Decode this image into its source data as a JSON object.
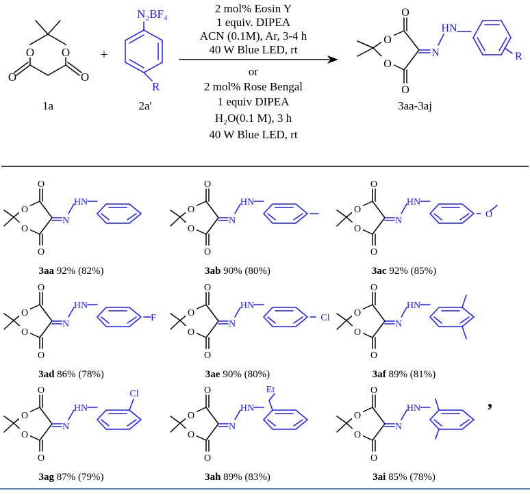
{
  "reactants": {
    "meldrum_label": "1a",
    "plus": "+",
    "diazonium_label": "2a'",
    "diazonium_group": "N₂BF₄",
    "r_group": "R"
  },
  "conditions": {
    "set_a": [
      "2 mol% Eosin Y",
      "1 equiv. DIPEA",
      "ACN (0.1M), Ar, 3-4 h",
      "40 W Blue LED, rt"
    ],
    "separator": "or",
    "set_b": [
      "2 mol% Rose Bengal",
      "1 equiv DIPEA",
      "H₂O(0.1 M), 3 h",
      "40 W Blue LED, rt"
    ]
  },
  "product": {
    "label": "3aa-3aj",
    "r_group": "R"
  },
  "atoms": {
    "O": "O",
    "N": "N",
    "HN": "HN"
  },
  "compounds": [
    {
      "id": "3aa",
      "yield": "92% (82%)",
      "substituent": ""
    },
    {
      "id": "3ab",
      "yield": "90% (80%)",
      "substituent": ""
    },
    {
      "id": "3ac",
      "yield": "92% (85%)",
      "substituent": "O"
    },
    {
      "id": "3ad",
      "yield": "86% (78%)",
      "substituent": "F"
    },
    {
      "id": "3ae",
      "yield": "90% (80%)",
      "substituent": "Cl"
    },
    {
      "id": "3af",
      "yield": "89% (81%)",
      "substituent": ""
    },
    {
      "id": "3ag",
      "yield": "87% (79%)",
      "substituent": "Cl"
    },
    {
      "id": "3ah",
      "yield": "89% (83%)",
      "substituent": "Et"
    },
    {
      "id": "3ai",
      "yield": "85% (78%)",
      "substituent": ""
    }
  ],
  "trailing_mark": ",",
  "colors": {
    "ink": "#000000",
    "aryl": "#1a1aff",
    "footer_rule": "#4a86c8"
  }
}
